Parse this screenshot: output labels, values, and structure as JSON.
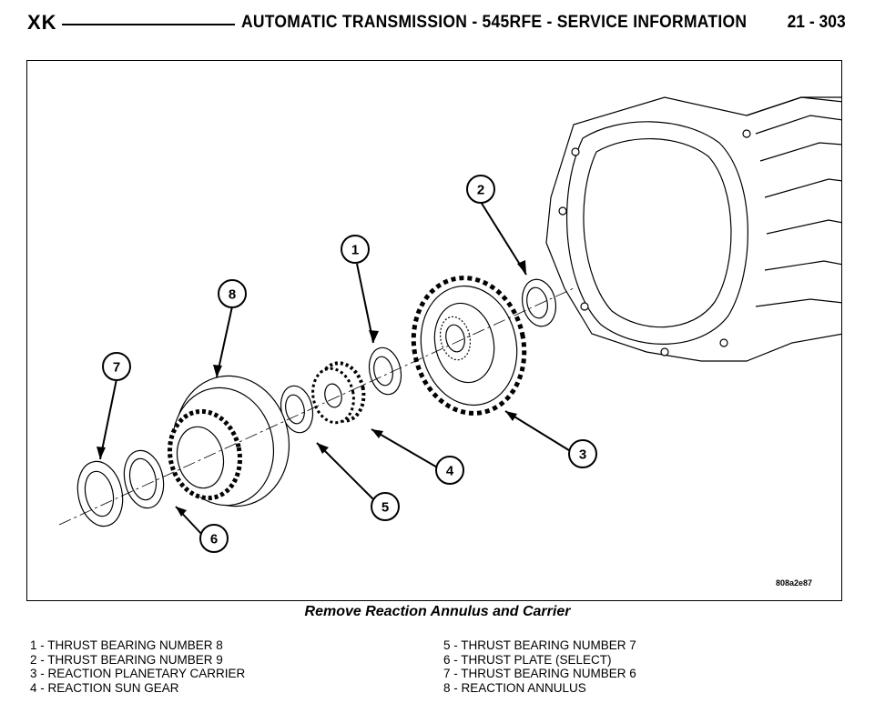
{
  "header": {
    "code": "XK",
    "title": "AUTOMATIC TRANSMISSION - 545RFE - SERVICE INFORMATION",
    "page": "21 - 303"
  },
  "figure": {
    "code": "808a2e87",
    "caption": "Remove Reaction Annulus and Carrier",
    "callouts": [
      "1",
      "2",
      "3",
      "4",
      "5",
      "6",
      "7",
      "8"
    ]
  },
  "legend": {
    "left": [
      "1 - THRUST BEARING NUMBER 8",
      "2 - THRUST BEARING NUMBER 9",
      "3 - REACTION PLANETARY CARRIER",
      "4 - REACTION SUN GEAR"
    ],
    "right": [
      "5 - THRUST BEARING NUMBER 7",
      "6 - THRUST PLATE (SELECT)",
      "7 - THRUST BEARING NUMBER 6",
      "8 - REACTION ANNULUS"
    ]
  }
}
